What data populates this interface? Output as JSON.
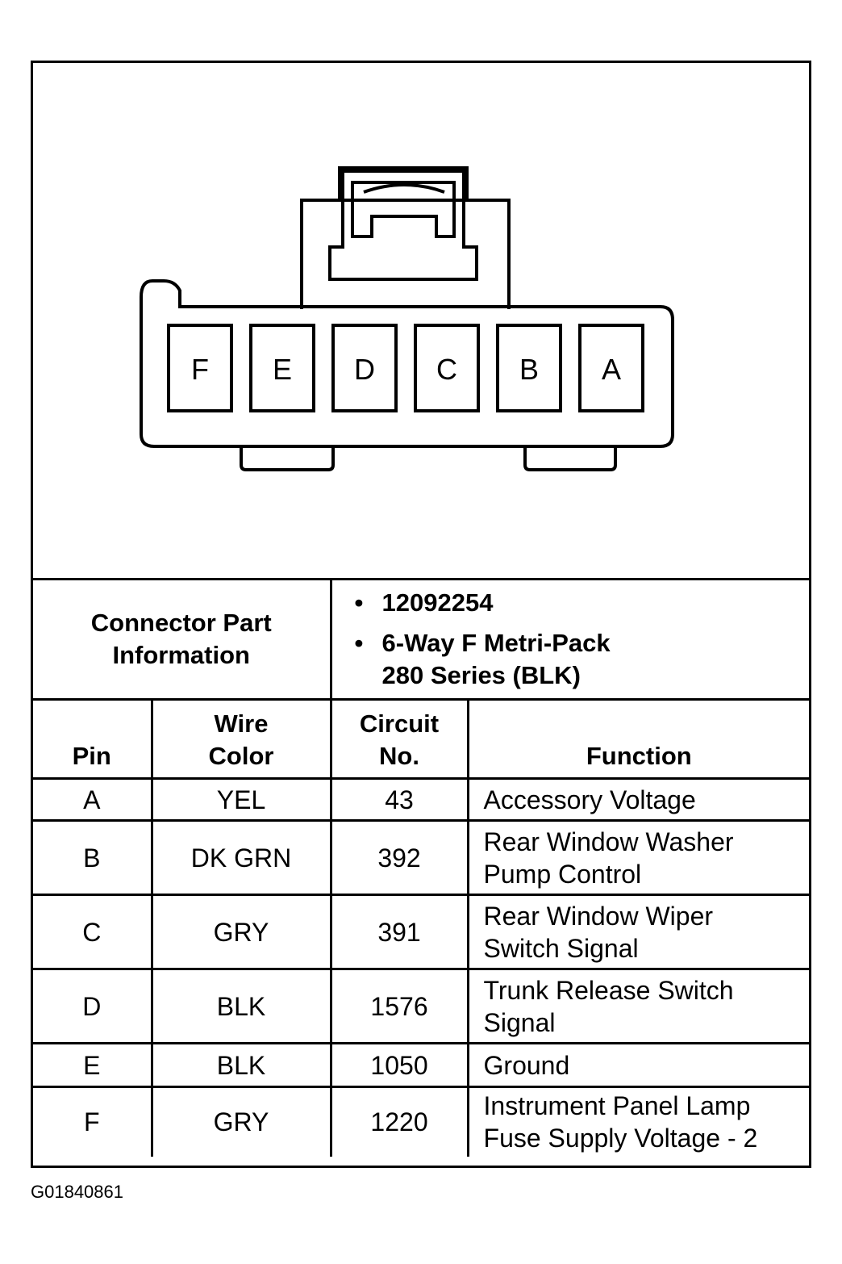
{
  "connector": {
    "cavities": [
      "F",
      "E",
      "D",
      "C",
      "B",
      "A"
    ]
  },
  "part_info": {
    "label_line1": "Connector Part",
    "label_line2": "Information",
    "items": [
      "12092254",
      "6-Way F Metri-Pack",
      "280 Series (BLK)"
    ]
  },
  "table": {
    "headers": {
      "pin": "Pin",
      "wire_color_line1": "Wire",
      "wire_color_line2": "Color",
      "circuit_line1": "Circuit",
      "circuit_line2": "No.",
      "function": "Function"
    },
    "rows": [
      {
        "pin": "A",
        "color": "YEL",
        "circuit": "43",
        "function_line1": "Accessory Voltage",
        "function_line2": ""
      },
      {
        "pin": "B",
        "color": "DK GRN",
        "circuit": "392",
        "function_line1": "Rear Window Washer",
        "function_line2": "Pump Control"
      },
      {
        "pin": "C",
        "color": "GRY",
        "circuit": "391",
        "function_line1": "Rear Window Wiper",
        "function_line2": "Switch Signal"
      },
      {
        "pin": "D",
        "color": "BLK",
        "circuit": "1576",
        "function_line1": "Trunk Release Switch",
        "function_line2": "Signal"
      },
      {
        "pin": "E",
        "color": "BLK",
        "circuit": "1050",
        "function_line1": "Ground",
        "function_line2": ""
      },
      {
        "pin": "F",
        "color": "GRY",
        "circuit": "1220",
        "function_line1": "Instrument Panel Lamp",
        "function_line2": "Fuse Supply Voltage - 2"
      }
    ]
  },
  "footer": {
    "figure_id": "G01840861"
  }
}
